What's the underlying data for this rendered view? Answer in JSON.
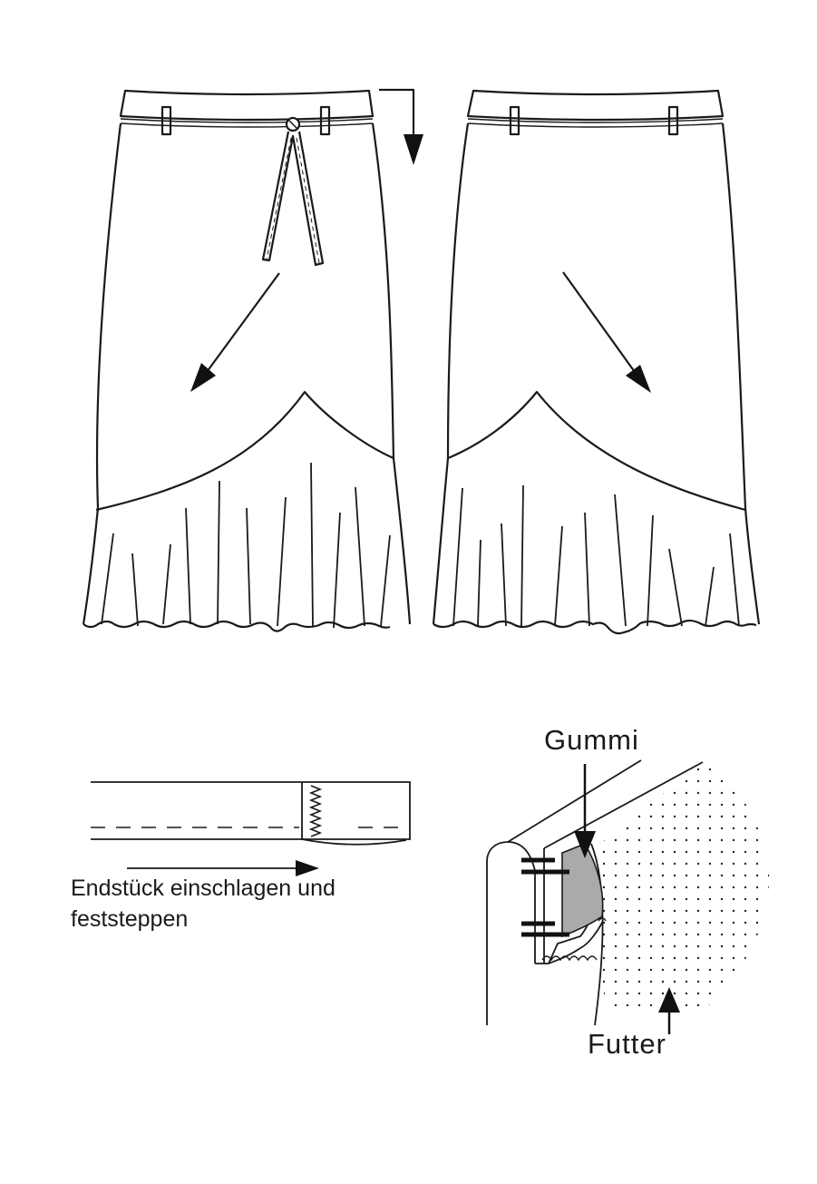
{
  "labels": {
    "gummi": "Gummi",
    "futter": "Futter",
    "endstueck_line1": "Endstück einschlagen und",
    "endstueck_line2": "feststeppen"
  }
}
